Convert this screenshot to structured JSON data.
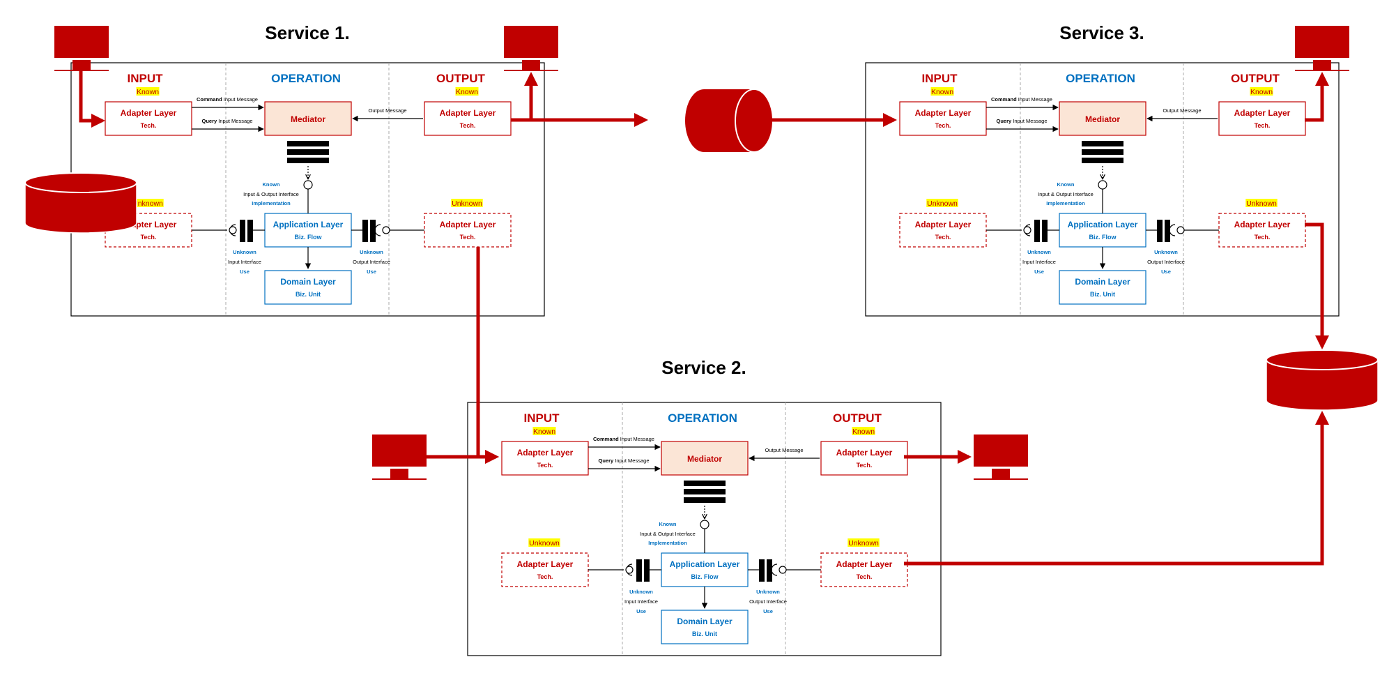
{
  "services": [
    {
      "title": "Service 1.",
      "columns": {
        "input": "INPUT",
        "operation": "OPERATION",
        "output": "OUTPUT"
      },
      "known_badge": "Known",
      "unknown_badge": "Unknown",
      "adapter": {
        "title": "Adapter Layer",
        "sub": "Tech."
      },
      "mediator": "Mediator",
      "application": {
        "title": "Application Layer",
        "sub": "Biz. Flow"
      },
      "domain": {
        "title": "Domain Layer",
        "sub": "Biz. Unit"
      },
      "command_msg": {
        "bold": "Command",
        "rest": " Input Message"
      },
      "query_msg": {
        "bold": "Query",
        "rest": " Input Message"
      },
      "output_msg": "Output Message",
      "io_interface": {
        "state": "Known",
        "name": "Input & Output Interface",
        "role": "Implementation"
      },
      "input_interface": {
        "state": "Unknown",
        "name": "Input Interface",
        "role": "Use"
      },
      "output_interface": {
        "state": "Unknown",
        "name": "Output Interface",
        "role": "Use"
      }
    },
    {
      "title": "Service 2.",
      "columns": {
        "input": "INPUT",
        "operation": "OPERATION",
        "output": "OUTPUT"
      },
      "known_badge": "Known",
      "unknown_badge": "Unknown",
      "adapter": {
        "title": "Adapter Layer",
        "sub": "Tech."
      },
      "mediator": "Mediator",
      "application": {
        "title": "Application Layer",
        "sub": "Biz. Flow"
      },
      "domain": {
        "title": "Domain Layer",
        "sub": "Biz. Unit"
      },
      "command_msg": {
        "bold": "Command",
        "rest": " Input Message"
      },
      "query_msg": {
        "bold": "Query",
        "rest": " Input Message"
      },
      "output_msg": "Output Message",
      "io_interface": {
        "state": "Known",
        "name": "Input & Output Interface",
        "role": "Implementation"
      },
      "input_interface": {
        "state": "Unknown",
        "name": "Input Interface",
        "role": "Use"
      },
      "output_interface": {
        "state": "Unknown",
        "name": "Output Interface",
        "role": "Use"
      }
    },
    {
      "title": "Service 3.",
      "columns": {
        "input": "INPUT",
        "operation": "OPERATION",
        "output": "OUTPUT"
      },
      "known_badge": "Known",
      "unknown_badge": "Unknown",
      "adapter": {
        "title": "Adapter Layer",
        "sub": "Tech."
      },
      "mediator": "Mediator",
      "application": {
        "title": "Application Layer",
        "sub": "Biz. Flow"
      },
      "domain": {
        "title": "Domain Layer",
        "sub": "Biz. Unit"
      },
      "command_msg": {
        "bold": "Command",
        "rest": " Input Message"
      },
      "query_msg": {
        "bold": "Query",
        "rest": " Input Message"
      },
      "output_msg": "Output Message",
      "io_interface": {
        "state": "Known",
        "name": "Input & Output Interface",
        "role": "Implementation"
      },
      "input_interface": {
        "state": "Unknown",
        "name": "Input Interface",
        "role": "Use"
      },
      "output_interface": {
        "state": "Unknown",
        "name": "Output Interface",
        "role": "Use"
      }
    }
  ],
  "external_icons": [
    "monitor-icon",
    "database-icon",
    "message-queue-icon"
  ],
  "colors": {
    "accent_red": "#c00000",
    "accent_blue": "#0070c0",
    "mediator_fill": "#fbe5d6",
    "badge_yellow": "#ffff00",
    "border": "#000000"
  }
}
